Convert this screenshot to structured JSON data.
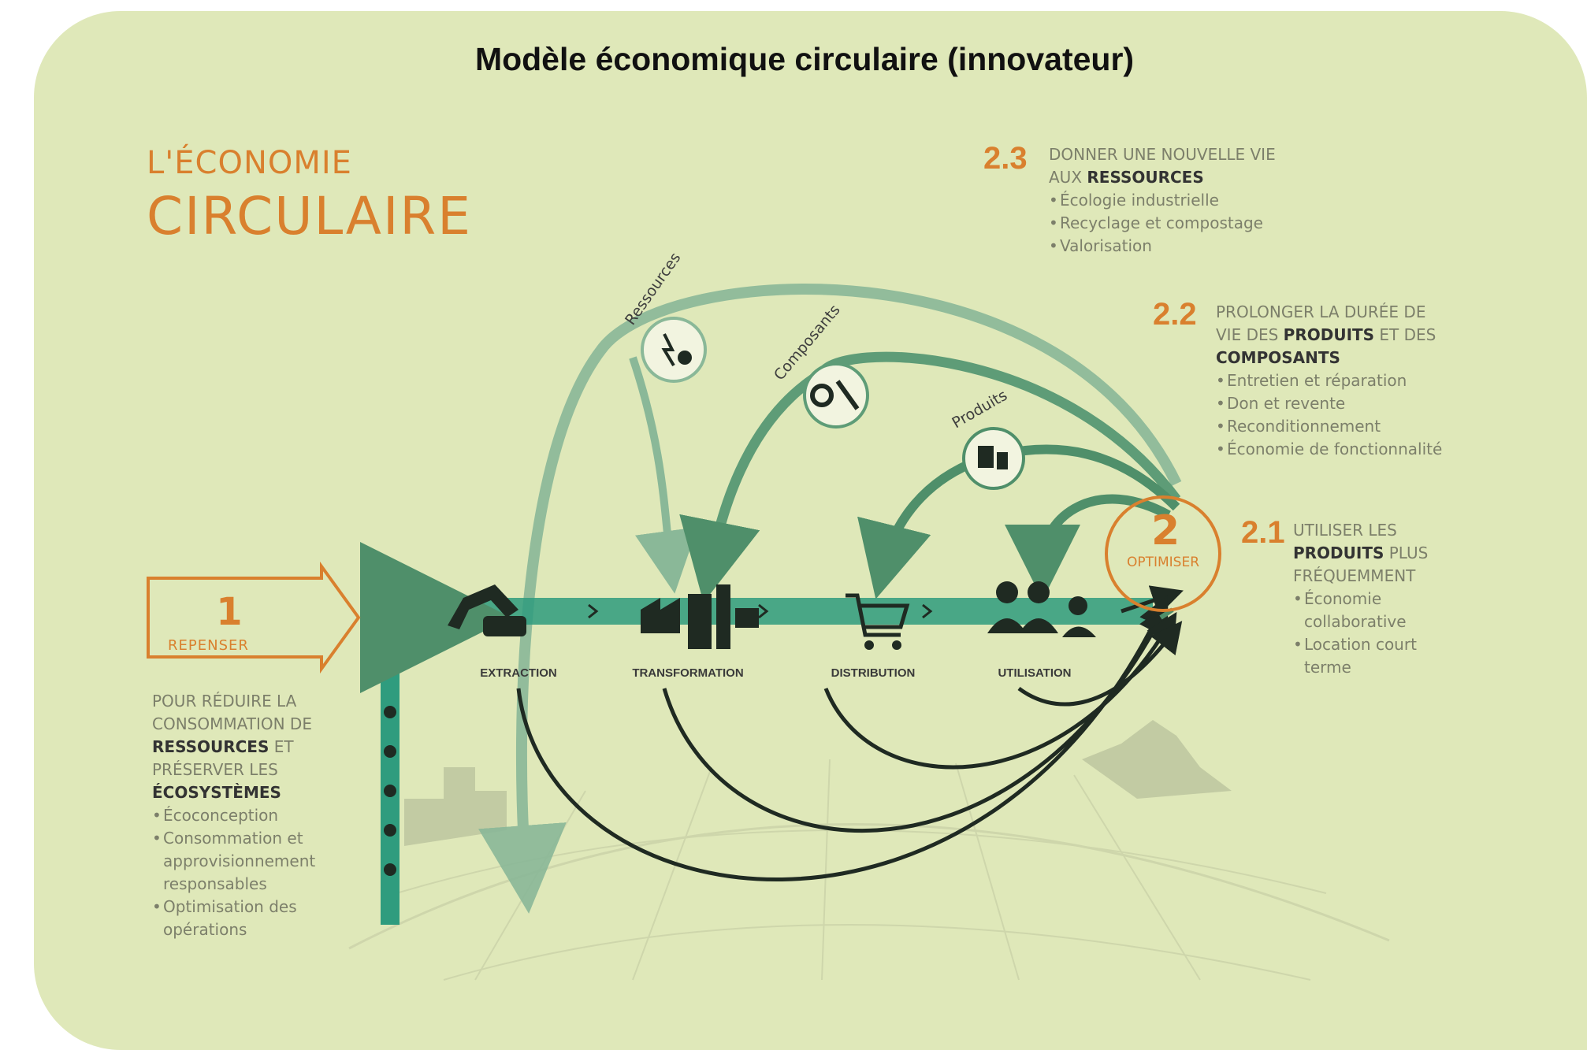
{
  "title": "Modèle économique circulaire (innovateur)",
  "logo": {
    "line1": "L'ÉCONOMIE",
    "line2": "CIRCULAIRE"
  },
  "step1": {
    "number": "1",
    "label": "REPENSER",
    "desc_line1": "POUR RÉDUIRE LA",
    "desc_line2": "CONSOMMATION DE",
    "desc_bold1": "RESSOURCES",
    "desc_line3": " ET",
    "desc_line4": "PRÉSERVER LES",
    "desc_bold2": "ÉCOSYSTÈMES",
    "items": [
      "Écoconception",
      "Consommation et approvisionnement responsables",
      "Optimisation des opérations"
    ]
  },
  "step2": {
    "number": "2",
    "label": "OPTIMISER"
  },
  "step2_3": {
    "number": "2.3",
    "line1": "DONNER UNE NOUVELLE VIE",
    "line2_pre": "AUX ",
    "line2_bold": "RESSOURCES",
    "items": [
      "Écologie industrielle",
      "Recyclage et compostage",
      "Valorisation"
    ]
  },
  "step2_2": {
    "number": "2.2",
    "line1": "PROLONGER LA DURÉE DE",
    "line2_pre": "VIE DES ",
    "line2_bold": "PRODUITS",
    "line2_post": " ET DES",
    "line3_bold": "COMPOSANTS",
    "items": [
      "Entretien et réparation",
      "Don et revente",
      "Reconditionnement",
      "Économie de fonctionnalité"
    ]
  },
  "step2_1": {
    "number": "2.1",
    "line1": "UTILISER LES",
    "line2_bold": "PRODUITS",
    "line2_post": " PLUS",
    "line3": "FRÉQUEMMENT",
    "items": [
      "Économie collaborative",
      "Location court terme"
    ]
  },
  "stages": [
    "EXTRACTION",
    "TRANSFORMATION",
    "DISTRIBUTION",
    "UTILISATION"
  ],
  "loops": [
    "Ressources",
    "Composants",
    "Produits"
  ],
  "colors": {
    "background": "#dfe8b9",
    "accent": "#d9802e",
    "flow": "#2f9c7e",
    "loop": "#5e9c77",
    "dark": "#1f2a22"
  }
}
